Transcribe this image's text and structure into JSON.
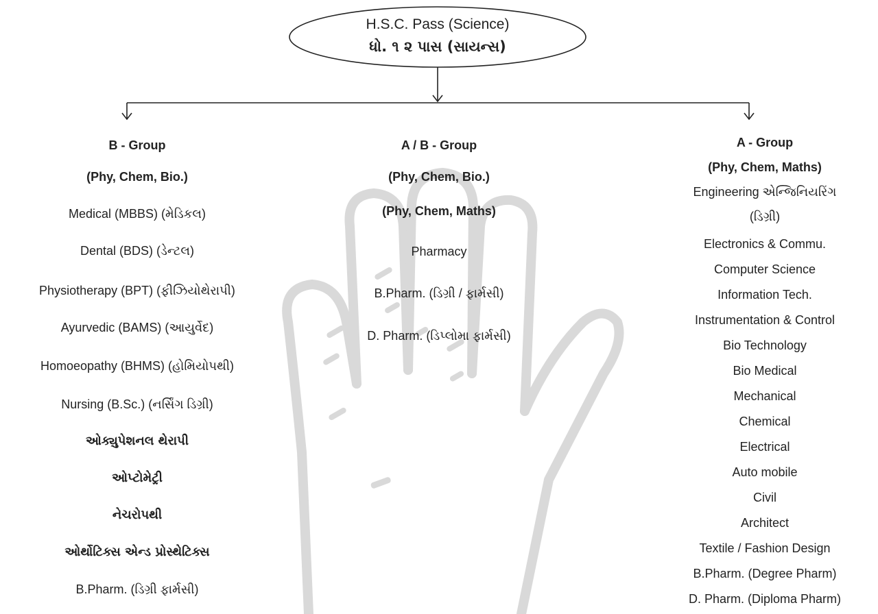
{
  "root": {
    "title_en": "H.S.C. Pass (Science)",
    "title_gu": "ધો. ૧ ૨ પાસ (સાયન્સ)"
  },
  "b_group": {
    "heading": "B - Group",
    "subjects": "(Phy, Chem, Bio.)",
    "courses": [
      "Medical (MBBS) (મેડિકલ)",
      "Dental (BDS) (ડેન્ટલ)",
      "Physiotherapy (BPT) (ફીઝિયોથેરાપી)",
      "Ayurvedic (BAMS) (આયુર્વેદ)",
      "Homoeopathy (BHMS) (હોમિયોપથી)",
      "Nursing (B.Sc.) (નર્સિંગ ડિગ્રી)",
      "ઓક્યુપેશનલ થેરાપી",
      "ઓપ્ટોમેટ્રી",
      "નેચરોપથી",
      "ઓર્થોટિક્સ એન્ડ પ્રોસ્થેટિક્સ",
      "B.Pharm. (ડિગ્રી ફાર્મસી)"
    ]
  },
  "ab_group": {
    "heading": "A / B - Group",
    "subjects_1": "(Phy, Chem, Bio.)",
    "subjects_2": "(Phy, Chem, Maths)",
    "courses": [
      "Pharmacy",
      "B.Pharm. (ડિગ્રી / ફાર્મસી)",
      "D. Pharm. (ડિપ્લોમા ફાર્મસી)"
    ]
  },
  "a_group": {
    "heading": "A - Group",
    "subjects": "(Phy, Chem, Maths)",
    "engineering_1": "Engineering એન્જિનિયરિંગ",
    "engineering_2": "(ડિગ્રી)",
    "courses": [
      "Electronics & Commu.",
      "Computer Science",
      "Information Tech.",
      "Instrumentation & Control",
      "Bio Technology",
      "Bio Medical",
      "Mechanical",
      "Chemical",
      "Electrical",
      "Auto mobile",
      "Civil",
      "Architect",
      "Textile / Fashion Design",
      "B.Pharm. (Degree Pharm)",
      "D. Pharm. (Diploma Pharm)"
    ]
  },
  "colors": {
    "text": "#222222",
    "lines": "#222222",
    "watermark": "#d9d9d9"
  }
}
